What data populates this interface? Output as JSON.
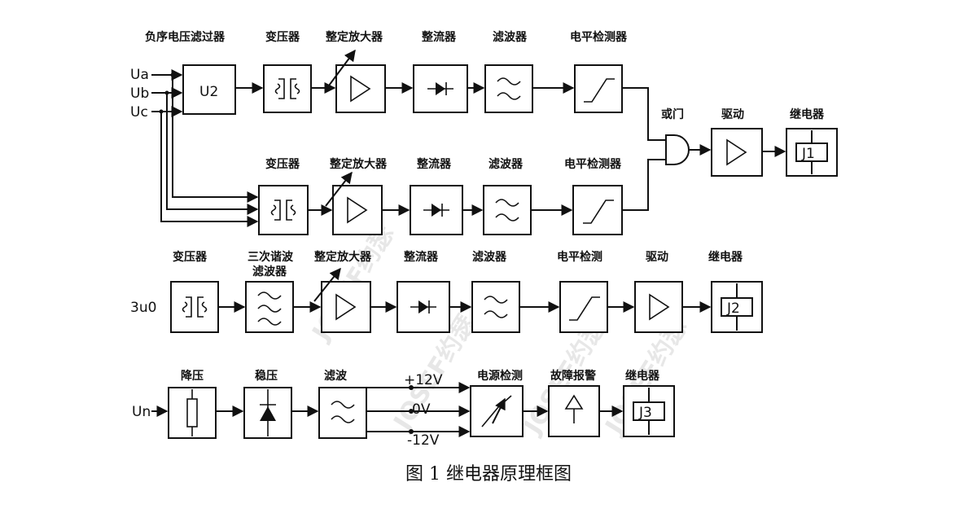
{
  "caption": "图 1  继电器原理框图",
  "watermark": "JOSEF约瑟",
  "inputs": {
    "ua": "Ua",
    "ub": "Ub",
    "uc": "Uc",
    "u3": "3u0",
    "un": "Un"
  },
  "row1": {
    "l1": "负序电压滤过器",
    "l2": "变压器",
    "l3": "整定放大器",
    "l4": "整流器",
    "l5": "滤波器",
    "l6": "电平检测器",
    "u2": "U2"
  },
  "row2": {
    "l2": "变压器",
    "l3": "整定放大器",
    "l4": "整流器",
    "l5": "滤波器",
    "l6": "电平检测器"
  },
  "out": {
    "or_gate": "或门",
    "drive": "驱动",
    "relay": "继电器",
    "j1": "J1"
  },
  "row3": {
    "l1": "变压器",
    "l2a": "三次谐波",
    "l2b": "滤波器",
    "l3": "整定放大器",
    "l4": "整流器",
    "l5": "滤波器",
    "l6": "电平检测",
    "l7": "驱动",
    "l8": "继电器",
    "j2": "J2"
  },
  "row4": {
    "l1": "降压",
    "l2": "稳压",
    "l3": "滤波",
    "v1": "+12V",
    "v2": "0V",
    "v3": "-12V",
    "l4": "电源检测",
    "l5": "故障报警",
    "l6": "继电器",
    "j3": "J3"
  }
}
